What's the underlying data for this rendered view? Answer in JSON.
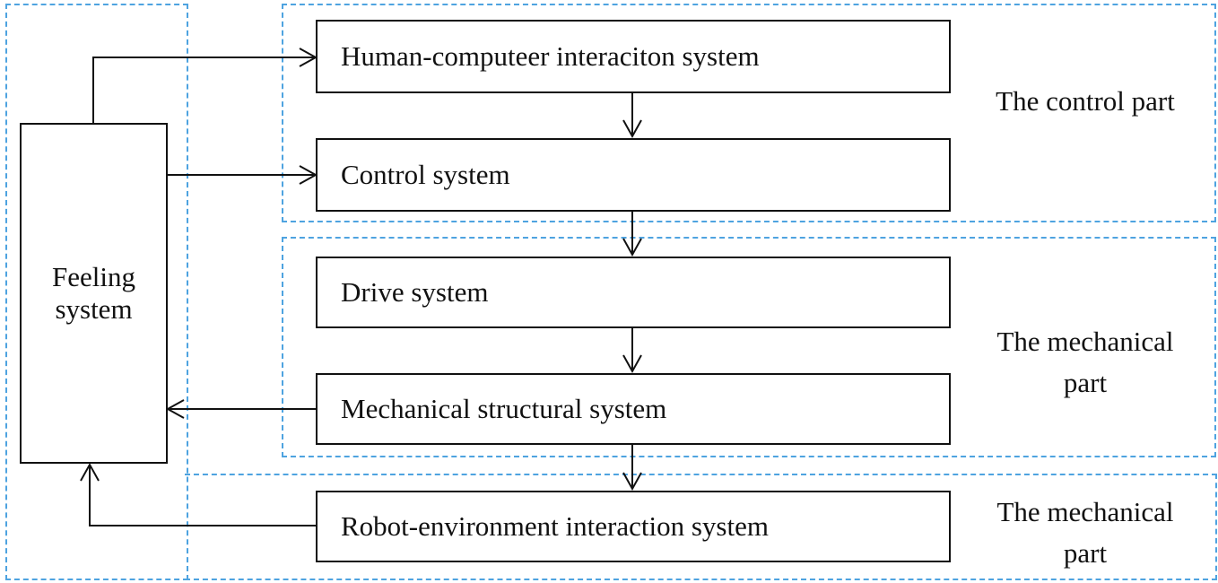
{
  "diagram": {
    "nodes": {
      "feeling": "Feeling system",
      "hci": "Human-computeer interaciton system",
      "control": "Control system",
      "drive": "Drive system",
      "mechanical_structural": "Mechanical structural system",
      "robot_env": "Robot-environment interaction system"
    },
    "groups": {
      "control_part": "The control part",
      "mechanical_part": "The mechanical part",
      "outer_part": "The mechanical part"
    },
    "colors": {
      "group_border": "#4ea3e0",
      "line": "#111111"
    }
  }
}
